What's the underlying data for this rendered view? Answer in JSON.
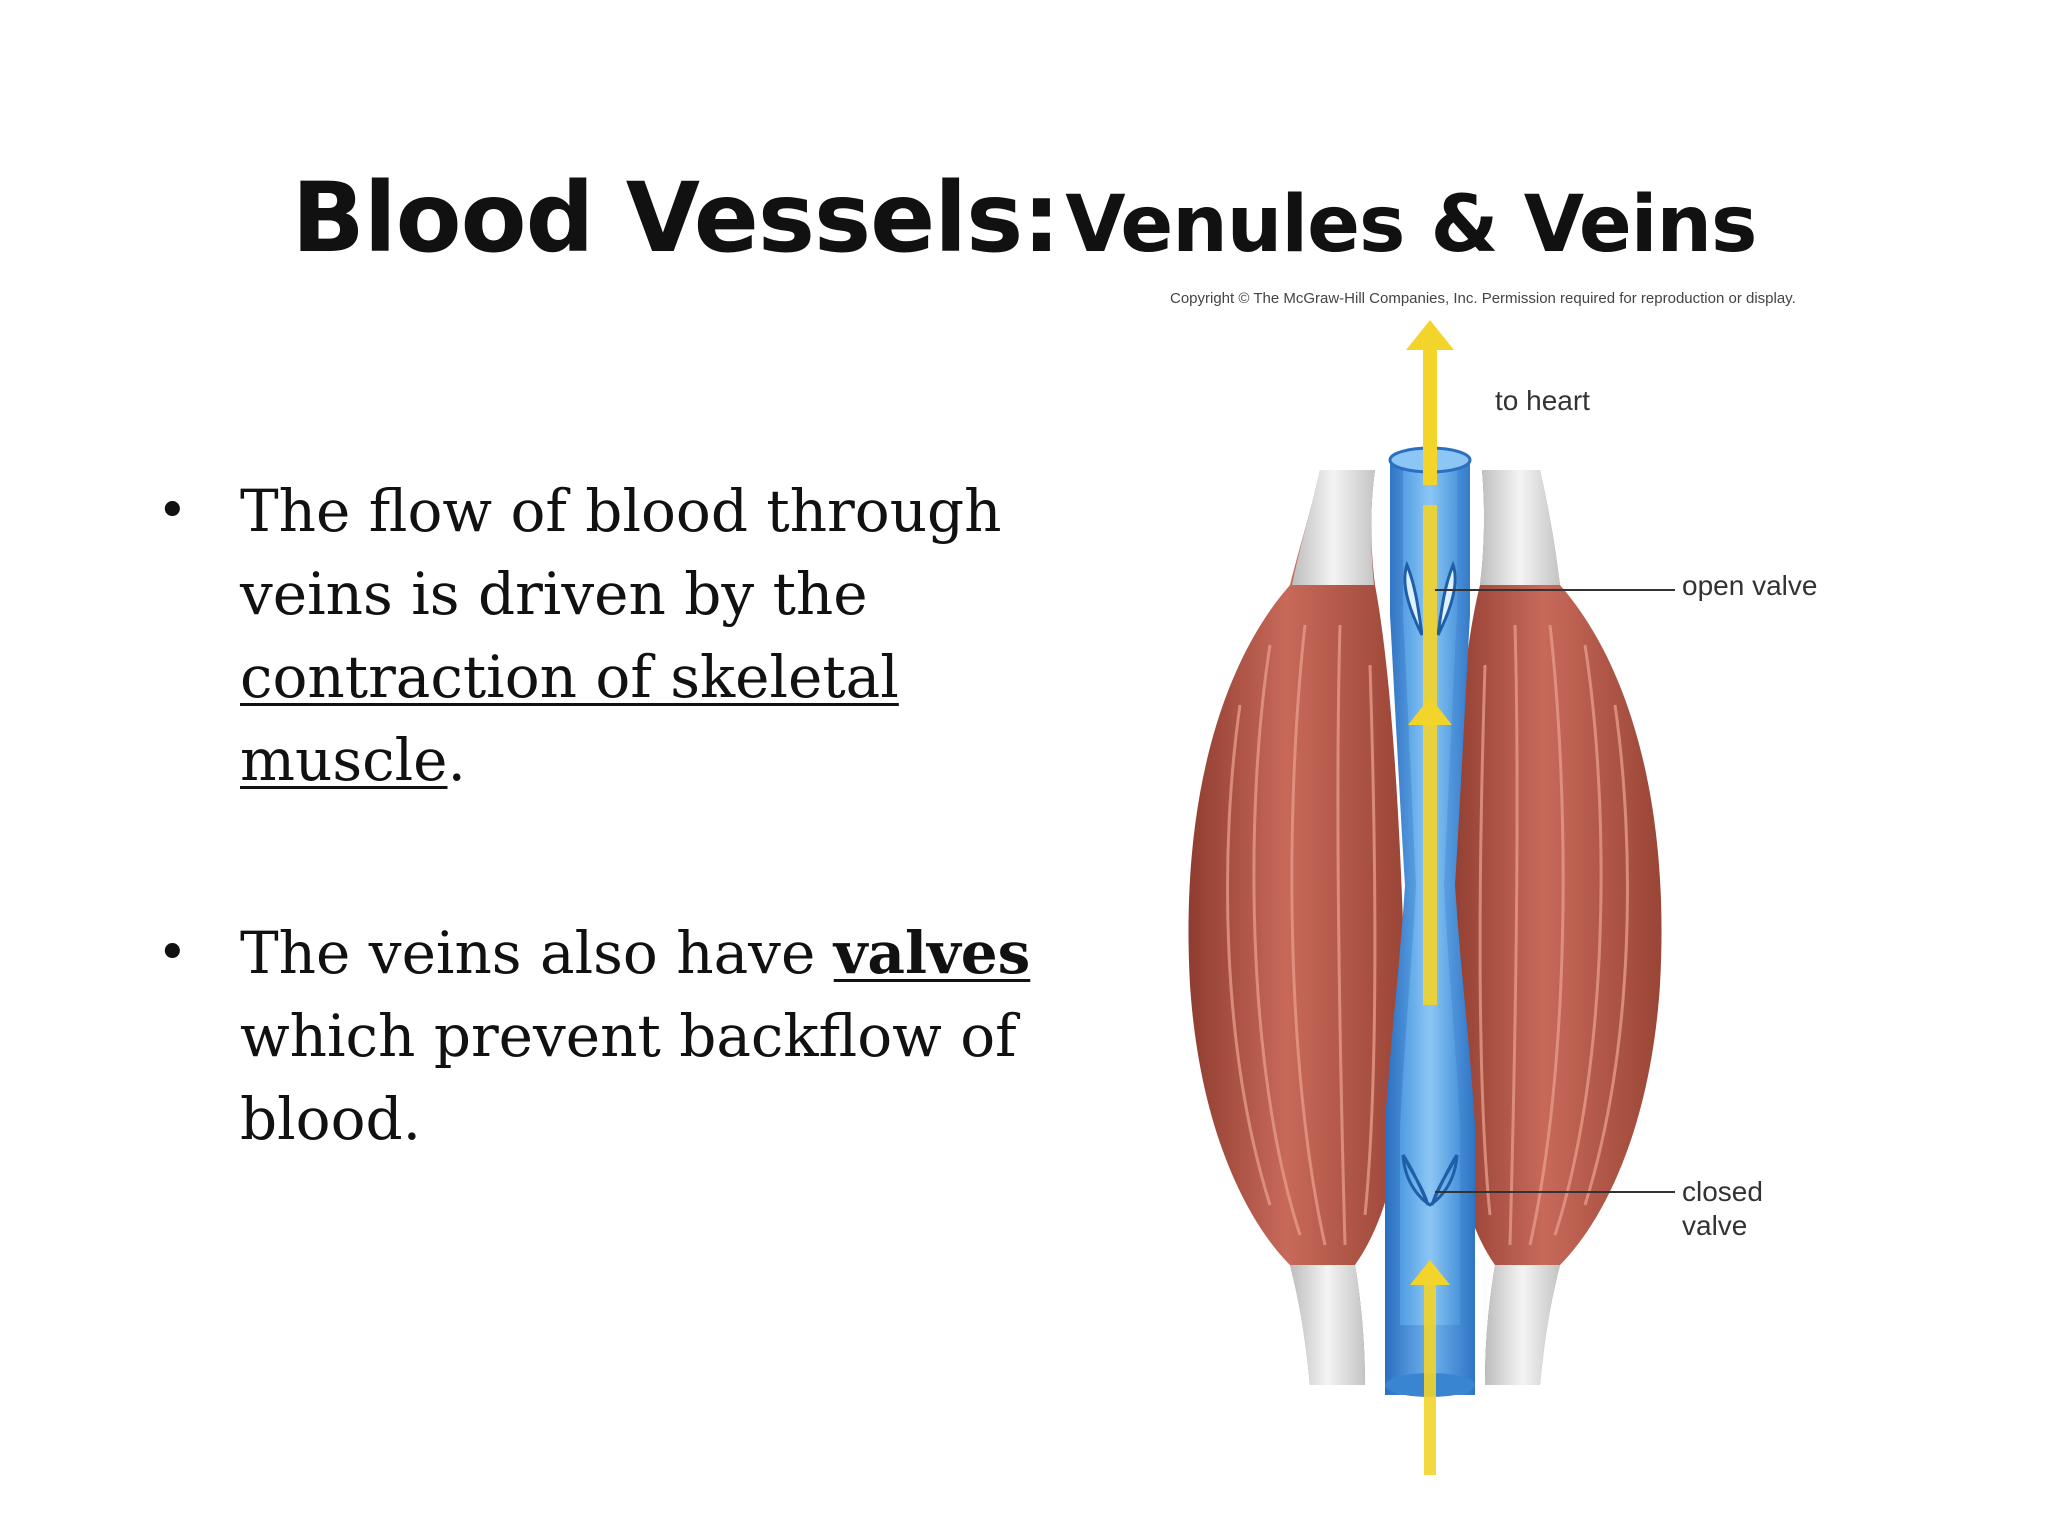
{
  "title": {
    "main": "Blood Vessels:",
    "sub": "Venules & Veins"
  },
  "bullets": [
    {
      "lead": "The flow of blood through veins is driven by the ",
      "emph": "contraction of skeletal muscle",
      "tail": "."
    },
    {
      "lead": "The veins also have ",
      "emph": "valves",
      "tail": " which prevent backflow of blood."
    }
  ],
  "figure": {
    "copyright": "Copyright © The McGraw-Hill Companies, Inc. Permission required for reproduction or display.",
    "labels": {
      "to_heart": "to heart",
      "open_valve": "open valve",
      "closed_valve_line1": "closed",
      "closed_valve_line2": "valve"
    },
    "colors": {
      "muscle": "#b85a4a",
      "tendon": "#dcdcdc",
      "vein": "#3d8fd8",
      "arrow": "#f2d42a"
    }
  }
}
